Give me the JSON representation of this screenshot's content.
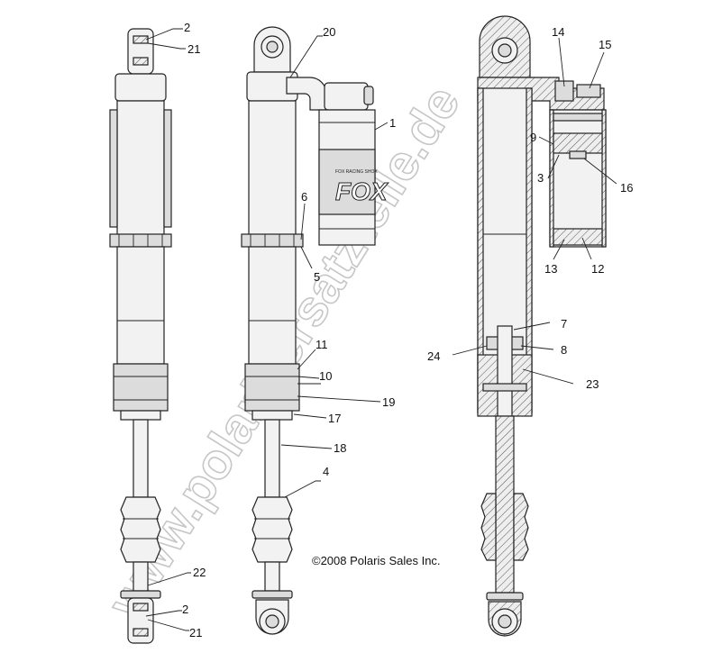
{
  "watermark": "www.polarisersatzteile.de",
  "copyright": "©2008 Polaris Sales Inc.",
  "reservoir_text": {
    "brand": "FOX",
    "small": "FOX RACING SHOX"
  },
  "callouts": [
    {
      "id": "c-2-top",
      "label": "2"
    },
    {
      "id": "c-21-top",
      "label": "21"
    },
    {
      "id": "c-20",
      "label": "20"
    },
    {
      "id": "c-1",
      "label": "1"
    },
    {
      "id": "c-6",
      "label": "6"
    },
    {
      "id": "c-5",
      "label": "5"
    },
    {
      "id": "c-11",
      "label": "11"
    },
    {
      "id": "c-10",
      "label": "10"
    },
    {
      "id": "c-19",
      "label": "19"
    },
    {
      "id": "c-17",
      "label": "17"
    },
    {
      "id": "c-18",
      "label": "18"
    },
    {
      "id": "c-4",
      "label": "4"
    },
    {
      "id": "c-22",
      "label": "22"
    },
    {
      "id": "c-2-bot",
      "label": "2"
    },
    {
      "id": "c-21-bot",
      "label": "21"
    },
    {
      "id": "c-14",
      "label": "14"
    },
    {
      "id": "c-15",
      "label": "15"
    },
    {
      "id": "c-9",
      "label": "9"
    },
    {
      "id": "c-3",
      "label": "3"
    },
    {
      "id": "c-16",
      "label": "16"
    },
    {
      "id": "c-13",
      "label": "13"
    },
    {
      "id": "c-12",
      "label": "12"
    },
    {
      "id": "c-7",
      "label": "7"
    },
    {
      "id": "c-24",
      "label": "24"
    },
    {
      "id": "c-8",
      "label": "8"
    },
    {
      "id": "c-23",
      "label": "23"
    }
  ]
}
